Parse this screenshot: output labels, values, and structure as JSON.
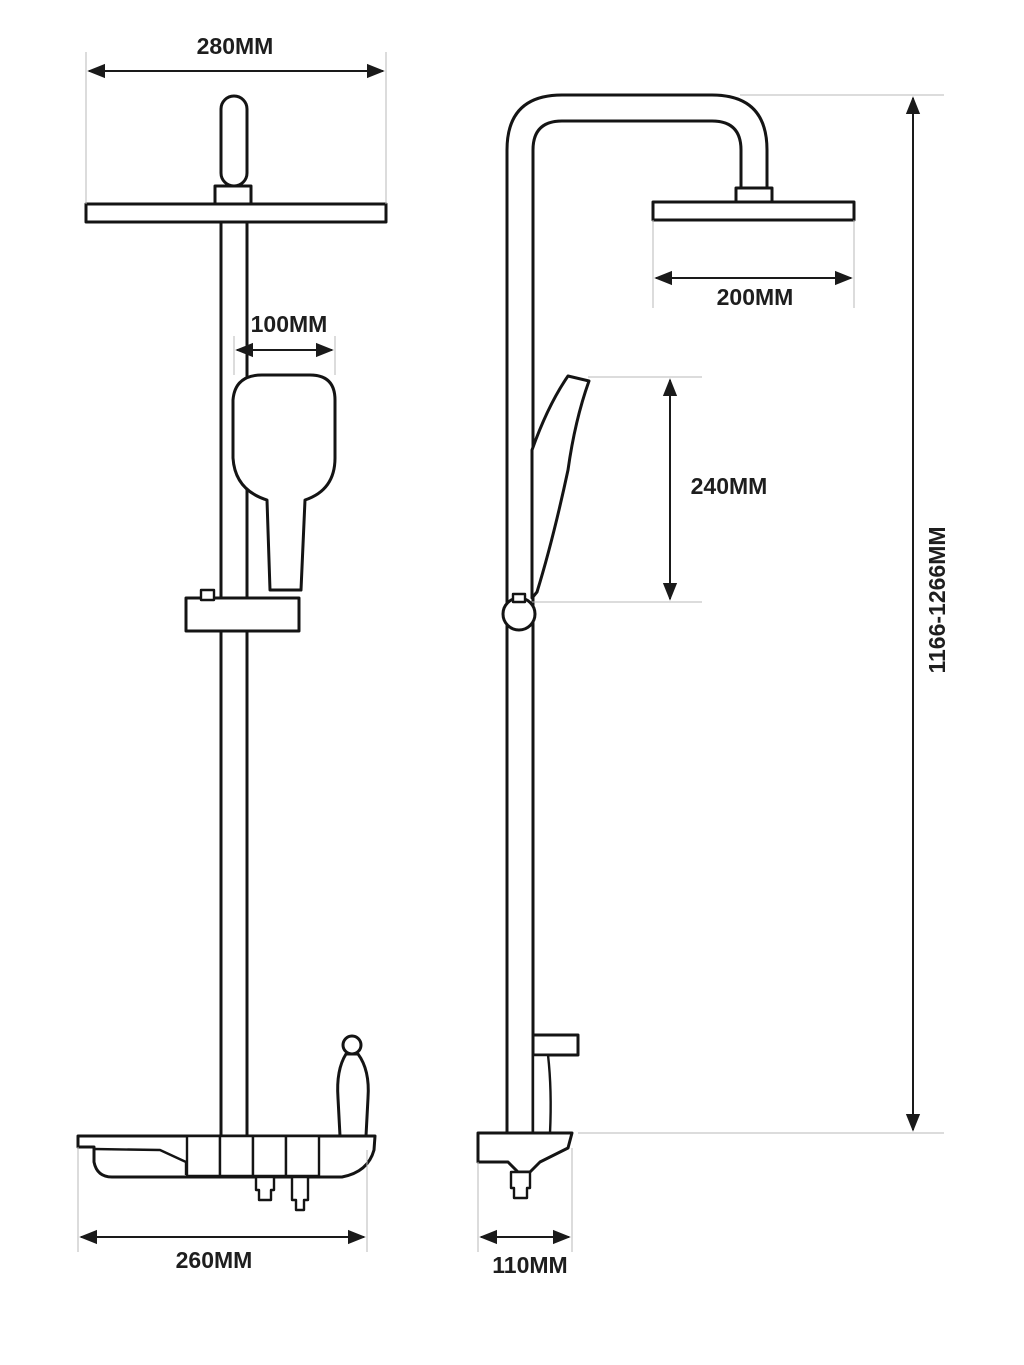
{
  "dimensions": {
    "top_width": "280MM",
    "handshower_width": "100MM",
    "bottom_width": "260MM",
    "head_width": "200MM",
    "handshower_length": "240MM",
    "total_height": "1166-1266MM",
    "depth": "110MM"
  },
  "colors": {
    "line": "#141414",
    "dimension_line": "#1a1a1a",
    "extension_line": "#b8b8b8",
    "background": "#ffffff"
  }
}
